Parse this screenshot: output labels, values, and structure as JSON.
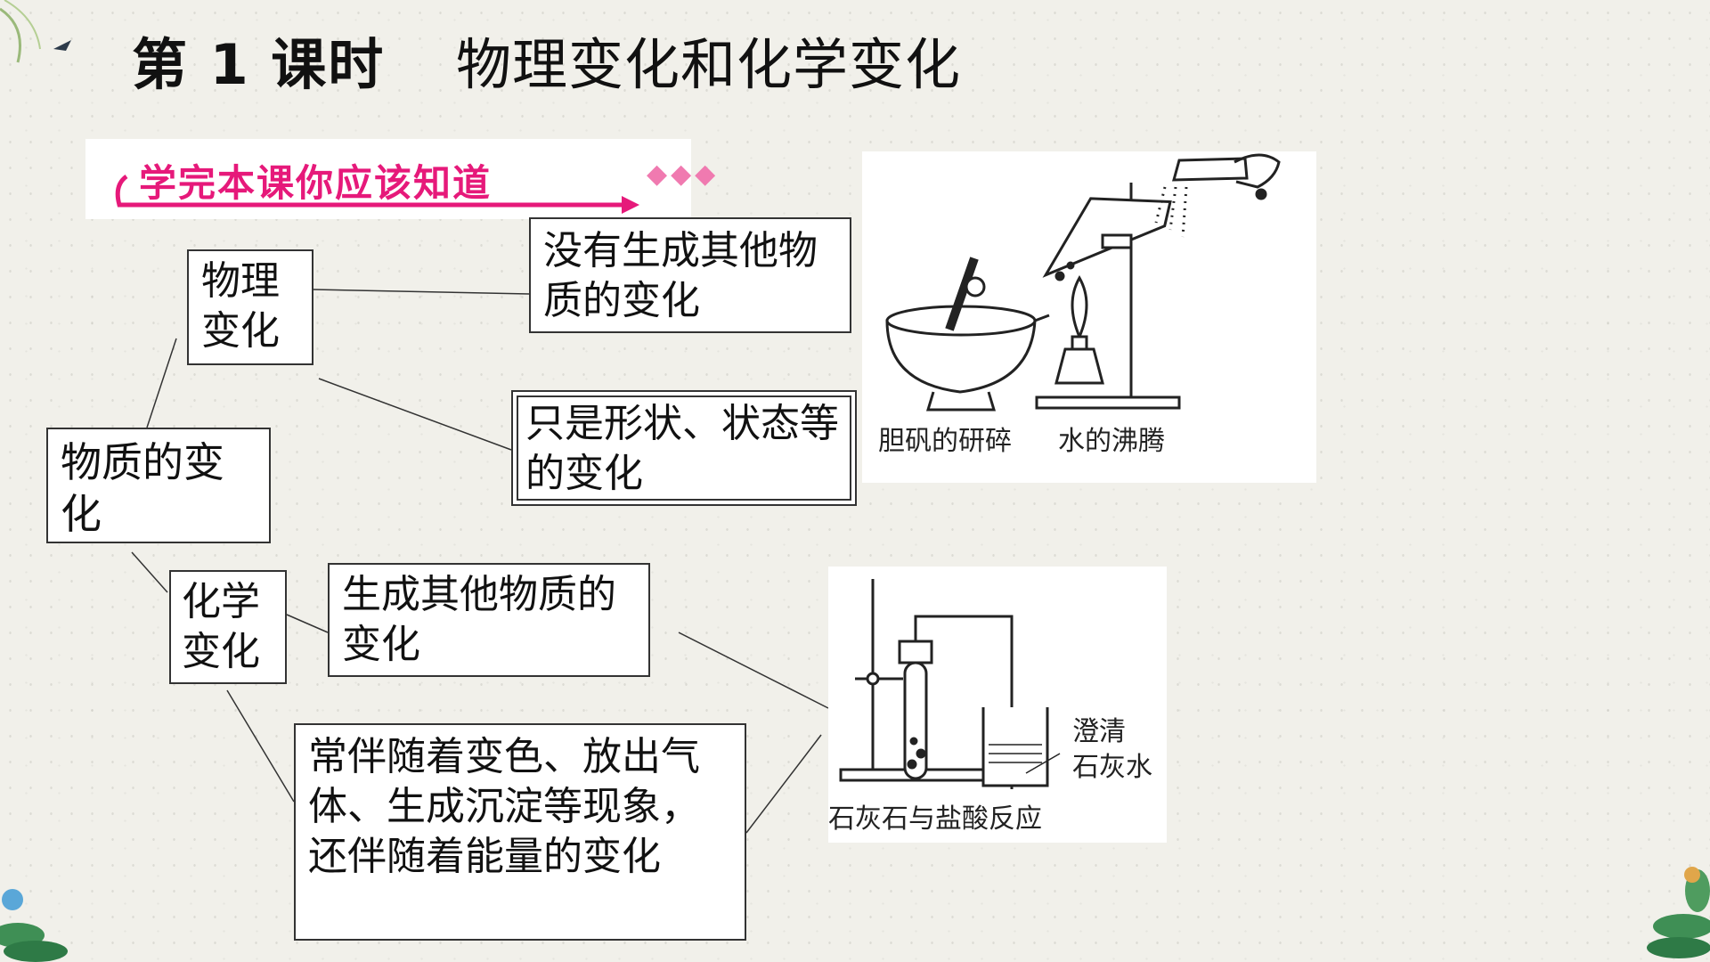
{
  "header": {
    "lesson": "第 1 课时",
    "topic": "物理变化和化学变化"
  },
  "banner": {
    "text": "学完本课你应该知道",
    "diamonds": "◆◆◆"
  },
  "concept_map": {
    "root": "物质的变化",
    "physical": {
      "name": "物理变化",
      "definition": "没有生成其他物质的变化",
      "feature": "只是形状、状态等的变化"
    },
    "chemical": {
      "name": "化学变化",
      "definition": "生成其他物质的变化",
      "feature": "常伴随着变色、放出气体、生成沉淀等现象，还伴随着能量的变化"
    }
  },
  "figures": {
    "physical": {
      "caption_left": "胆矾的研碎",
      "caption_right": "水的沸腾"
    },
    "chemical": {
      "caption_main": "石灰石与盐酸反应",
      "label_line1": "澄清",
      "label_line2": "石灰水"
    }
  },
  "colors": {
    "banner_text": "#e6197a",
    "background": "#f1f0ea"
  }
}
